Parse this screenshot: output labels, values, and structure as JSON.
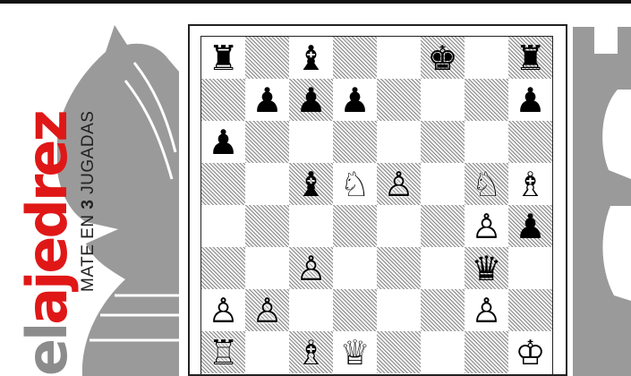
{
  "brand": {
    "prefix": "el",
    "word": "ajedrez",
    "subtitle_pre": "MATE EN ",
    "subtitle_num": "3",
    "subtitle_post": " JUGADAS"
  },
  "colors": {
    "accent": "#e01717",
    "prefix_gray": "#8c8c8c",
    "deco_gray": "#9a9a9a"
  },
  "board": {
    "ranks": [
      [
        "bR",
        "",
        "bB",
        "",
        "",
        "bK",
        "",
        "bR"
      ],
      [
        "",
        "bP",
        "bP",
        "bP",
        "",
        "",
        "",
        "bP"
      ],
      [
        "bP",
        "",
        "",
        "",
        "",
        "",
        "",
        ""
      ],
      [
        "",
        "",
        "bB",
        "wN",
        "wP",
        "",
        "wN",
        "wB"
      ],
      [
        "",
        "",
        "",
        "",
        "",
        "",
        "wP",
        "bP"
      ],
      [
        "",
        "",
        "wP",
        "",
        "",
        "",
        "bQ",
        ""
      ],
      [
        "wP",
        "wP",
        "",
        "",
        "",
        "",
        "wP",
        ""
      ],
      [
        "wR",
        "",
        "wB",
        "wQ",
        "",
        "",
        "",
        "wK"
      ]
    ]
  },
  "pieces": {
    "wK": "♔",
    "wQ": "♕",
    "wR": "♖",
    "wB": "♗",
    "wN": "♘",
    "wP": "♙",
    "bK": "♚",
    "bQ": "♛",
    "bR": "♜",
    "bB": "♝",
    "bN": "♞",
    "bP": "♟"
  }
}
